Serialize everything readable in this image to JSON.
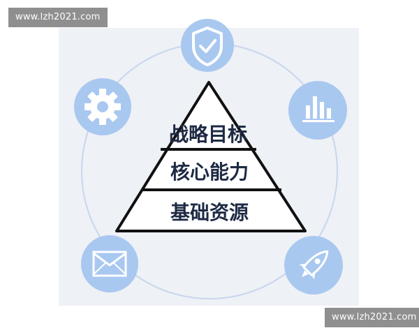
{
  "watermarks": {
    "top": "www.lzh2021.com",
    "bottom": "www.lzh2021.com"
  },
  "pyramid": {
    "tiers": [
      {
        "label": "战略目标"
      },
      {
        "label": "核心能力"
      },
      {
        "label": "基础资源"
      }
    ]
  },
  "icons": [
    {
      "name": "shield-check-icon"
    },
    {
      "name": "gear-icon"
    },
    {
      "name": "bar-chart-icon"
    },
    {
      "name": "envelope-icon"
    },
    {
      "name": "rocket-icon"
    }
  ],
  "colors": {
    "panel": "#eef1f5",
    "icon_circle": "#a9c8f0",
    "orbit_ring": "#c7d6ee",
    "pyramid_stroke": "#111111",
    "text": "#1e2a44",
    "watermark_bg": "#8f8f8f"
  }
}
